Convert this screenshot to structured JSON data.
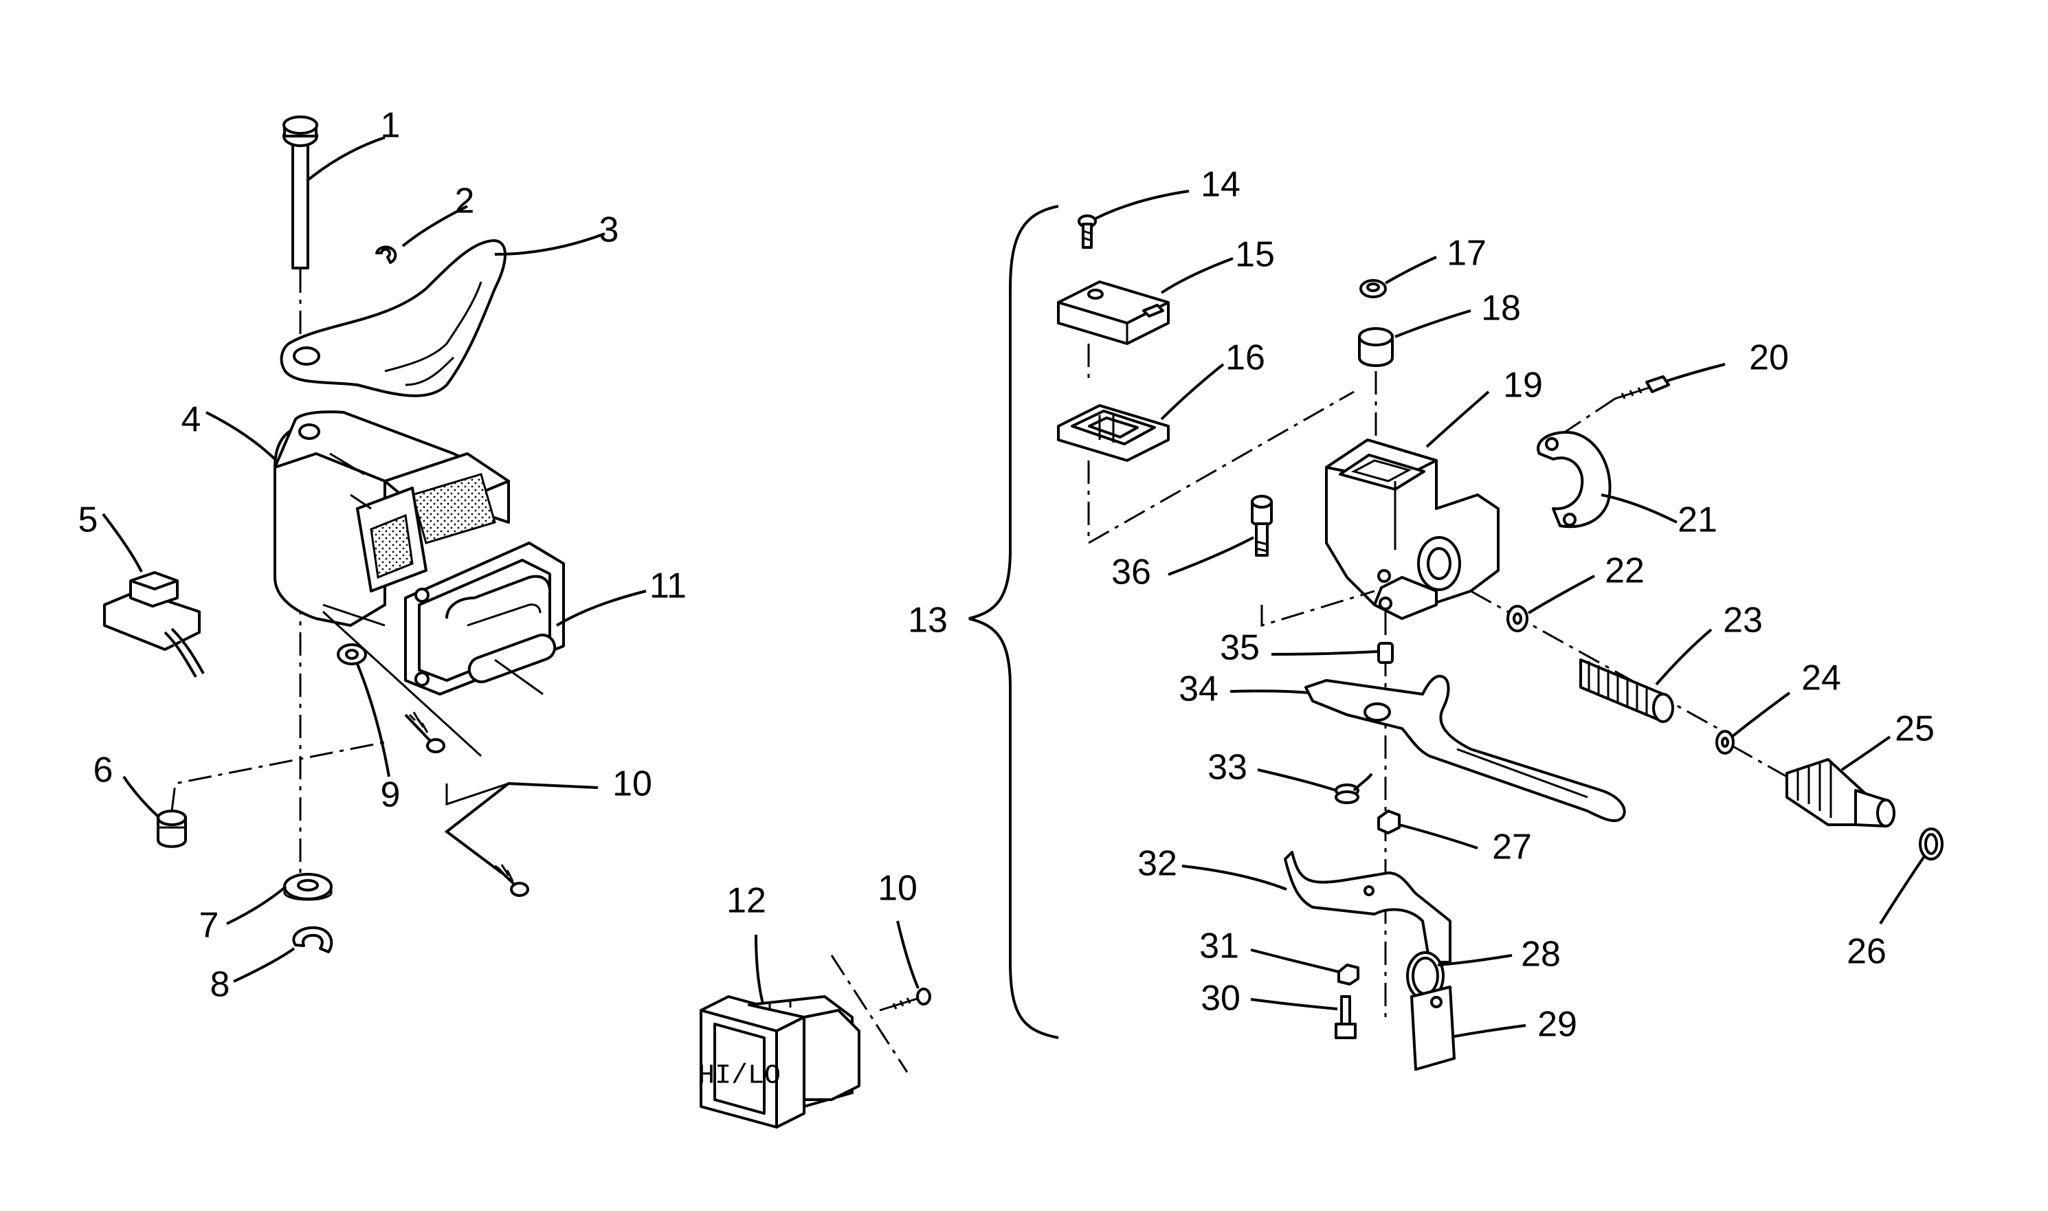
{
  "diagram": {
    "part_labels": [
      "1",
      "2",
      "3",
      "4",
      "5",
      "6",
      "7",
      "8",
      "9",
      "10",
      "11",
      "12",
      "10",
      "13",
      "14",
      "15",
      "16",
      "17",
      "18",
      "19",
      "20",
      "21",
      "22",
      "23",
      "24",
      "25",
      "26",
      "27",
      "28",
      "29",
      "30",
      "31",
      "32",
      "33",
      "34",
      "35",
      "36"
    ],
    "switch_text": "HI/LO"
  }
}
